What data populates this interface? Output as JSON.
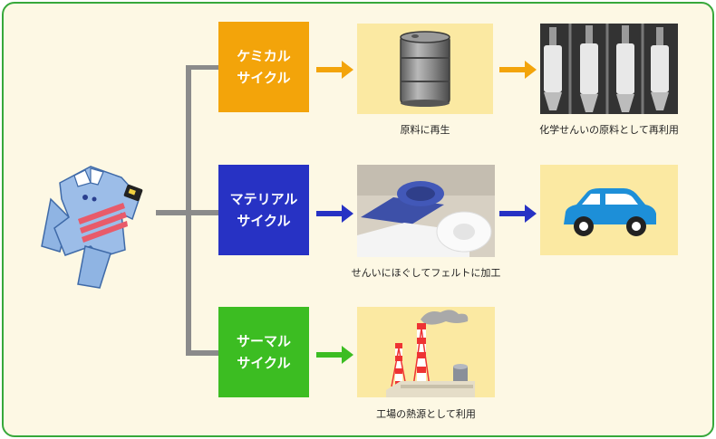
{
  "colors": {
    "border": "#37a83a",
    "background": "#fdf8e4",
    "chemical": "#f3a40a",
    "material": "#2732c4",
    "thermal": "#3cbd22",
    "connector": "#8b8b8b",
    "panel": "#fbe9a2"
  },
  "icons": {
    "garment": "uniform-icon",
    "drum": "oil-drum-icon",
    "spools": "fiber-spools-icon",
    "felt": "felt-rolls-icon",
    "car": "car-icon",
    "factory": "factory-chimney-icon"
  },
  "cycles": [
    {
      "id": "chemical",
      "label_lines": [
        "ケミカル",
        "サイクル"
      ],
      "captions": [
        "原料に再生",
        "化学せんいの原料として再利用"
      ]
    },
    {
      "id": "material",
      "label_lines": [
        "マテリアル",
        "サイクル"
      ],
      "captions": [
        "せんいにほぐしてフェルトに加工"
      ]
    },
    {
      "id": "thermal",
      "label_lines": [
        "サーマル",
        "サイクル"
      ],
      "captions": [
        "工場の熱源として利用"
      ]
    }
  ]
}
